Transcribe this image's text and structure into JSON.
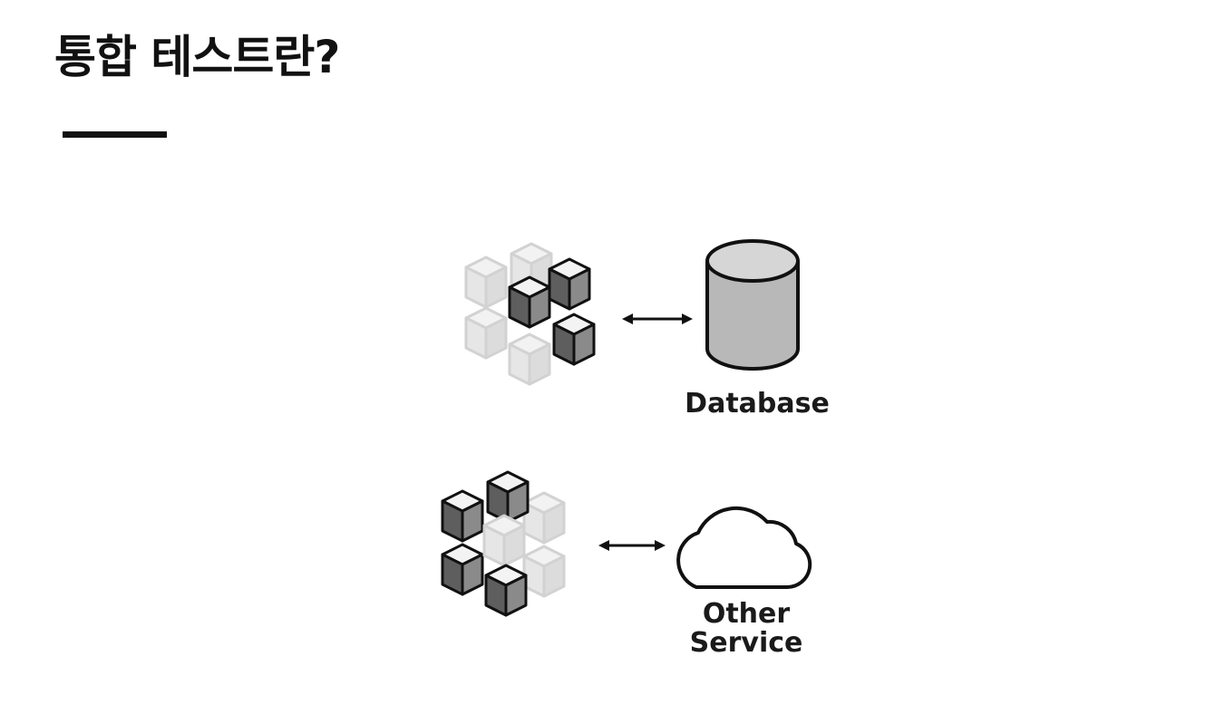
{
  "page": {
    "title": "통합 테스트란?"
  },
  "diagram": {
    "rows": [
      {
        "left": "module-cube",
        "connector": "double-arrow",
        "right_icon": "database-icon",
        "right_label": "Database"
      },
      {
        "left": "module-cube",
        "connector": "double-arrow",
        "right_icon": "cloud-icon",
        "right_label_line1": "Other",
        "right_label_line2": "Service"
      }
    ],
    "colors": {
      "dark_cube": "#6e6e6e",
      "faded_cube": "#e4e4e4",
      "database_fill": "#b5b5b5",
      "outline": "#111111"
    }
  }
}
